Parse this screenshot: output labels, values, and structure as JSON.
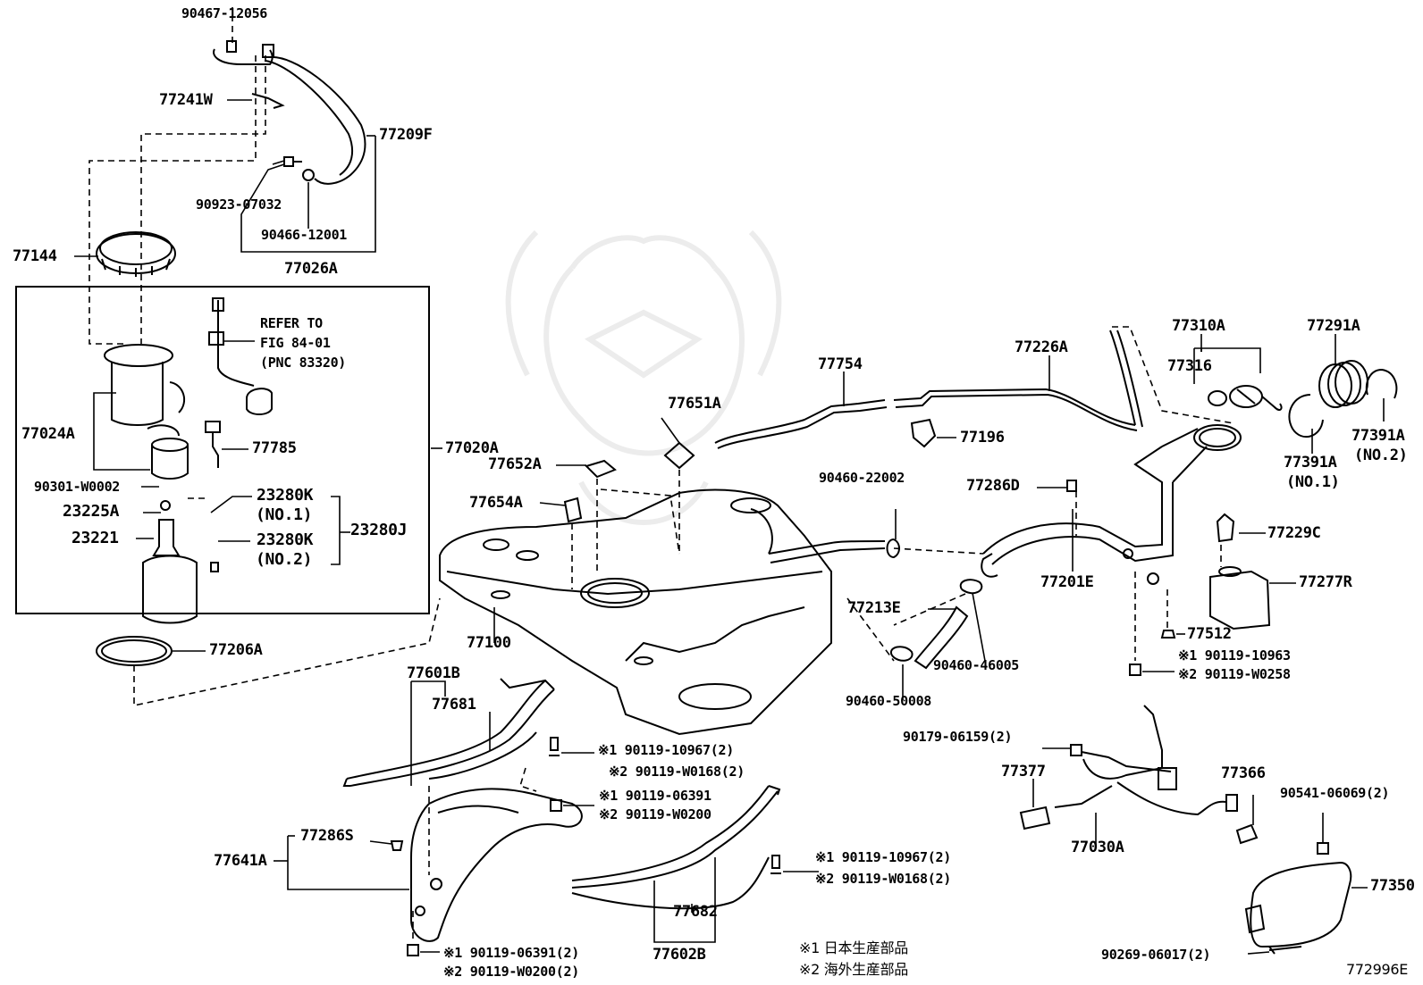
{
  "labels": {
    "p90467_12056": "90467-12056",
    "p77241W": "77241W",
    "p77209F": "77209F",
    "p90923_07032": "90923-07032",
    "p90466_12001": "90466-12001",
    "p77144": "77144",
    "p77026A": "77026A",
    "refer_line1": "REFER TO",
    "refer_line2": "FIG 84-01",
    "refer_line3": "(PNC 83320)",
    "p77024A": "77024A",
    "p77785": "77785",
    "p77020A": "77020A",
    "p90301_W0002": "90301-W0002",
    "p23225A": "23225A",
    "p23280K_1": "23280K",
    "no1_a": "(NO.1)",
    "p23280J": "23280J",
    "p23221": "23221",
    "p23280K_2": "23280K",
    "no2_a": "(NO.2)",
    "p77206A": "77206A",
    "p77754": "77754",
    "p77226A": "77226A",
    "p77310A": "77310A",
    "p77291A": "77291A",
    "p77316": "77316",
    "p77651A": "77651A",
    "p77196": "77196",
    "p77391A_2": "77391A",
    "no2_b": "(NO.2)",
    "p77391A_1": "77391A",
    "no1_b": "(NO.1)",
    "p77652A": "77652A",
    "p90460_22002": "90460-22002",
    "p77286D": "77286D",
    "p77654A": "77654A",
    "p77229C": "77229C",
    "p77201E": "77201E",
    "p77277R": "77277R",
    "p77213E": "77213E",
    "p77100": "77100",
    "p77512": "77512",
    "p90460_46005": "90460-46005",
    "p90119_10963": "※1 90119-10963",
    "p90119_W0258": "※2 90119-W0258",
    "p77601B": "77601B",
    "p77681": "77681",
    "p90460_50008": "90460-50008",
    "p90179_06159": "90179-06159(2)",
    "p90119_10967a": "※1 90119-10967(2)",
    "p90119_W0168a": "※2 90119-W0168(2)",
    "p77377": "77377",
    "p77366": "77366",
    "p90119_06391a": "※1 90119-06391",
    "p90119_W0200a": "※2 90119-W0200",
    "p90541_06069": "90541-06069(2)",
    "p77286S": "77286S",
    "p77030A": "77030A",
    "p77641A": "77641A",
    "p90119_10967b": "※1 90119-10967(2)",
    "p90119_W0168b": "※2 90119-W0168(2)",
    "p77350": "77350",
    "p77682": "77682",
    "p90119_06391b": "※1 90119-06391(2)",
    "p90119_W0200b": "※2 90119-W0200(2)",
    "p77602B": "77602B",
    "note1": "※1 日本生産部品",
    "note2": "※2 海外生産部品",
    "p90269_06017": "90269-06017(2)",
    "figure_number": "772996E"
  }
}
